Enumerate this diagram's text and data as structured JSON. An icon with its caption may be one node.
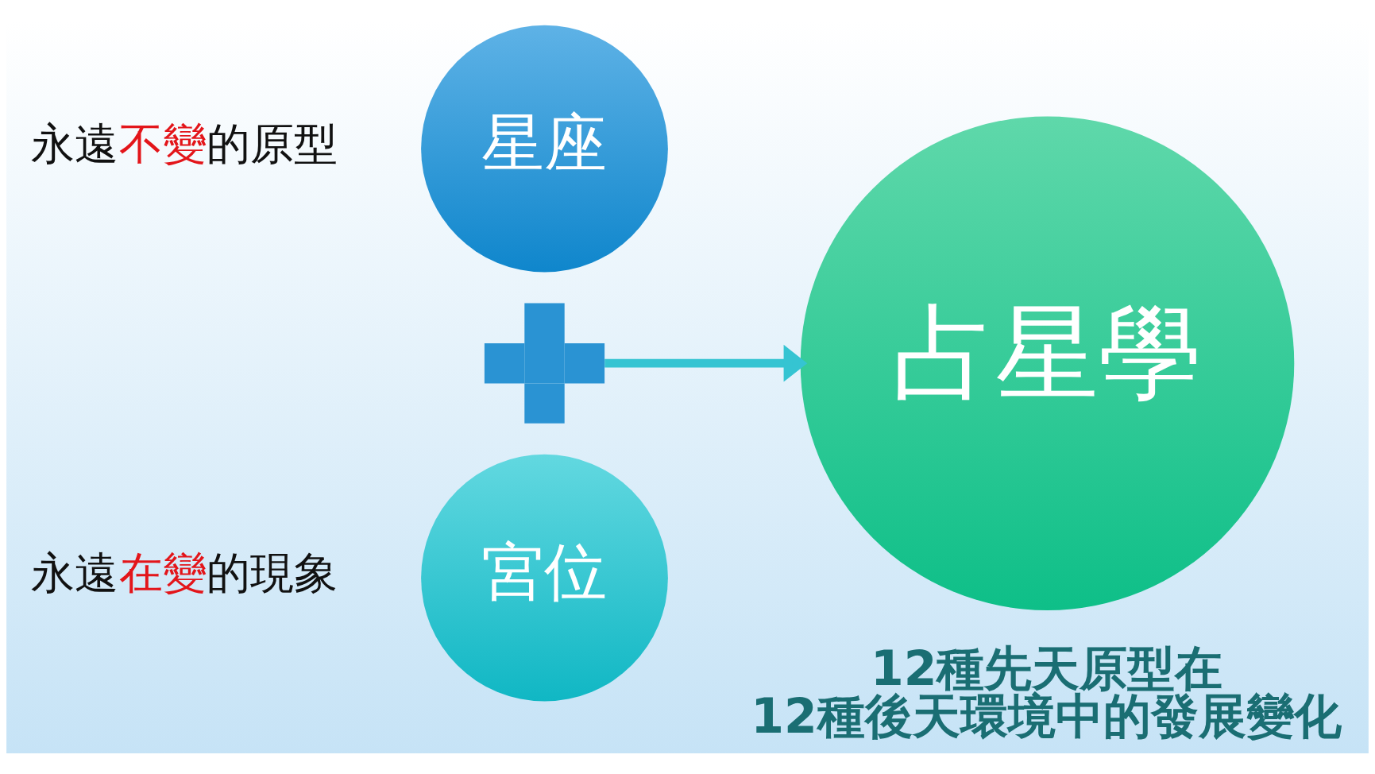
{
  "diagram": {
    "nodes": [
      {
        "text": [
          "星座"
        ],
        "beside": [
          "永遠**不變**的原型"
        ]
      },
      {
        "text": [],
        "shape": "plus"
      },
      {
        "text": [
          "宮位"
        ],
        "beside": [
          "永遠**在變**的現象"
        ]
      },
      {
        "text": [
          "占星學"
        ],
        "beside": [
          "12種先天原型在12種後天環境中的發展變化"
        ]
      }
    ],
    "edges": [
      {
        "from": 1,
        "to": 3,
        "arrow": "to"
      }
    ]
  }
}
